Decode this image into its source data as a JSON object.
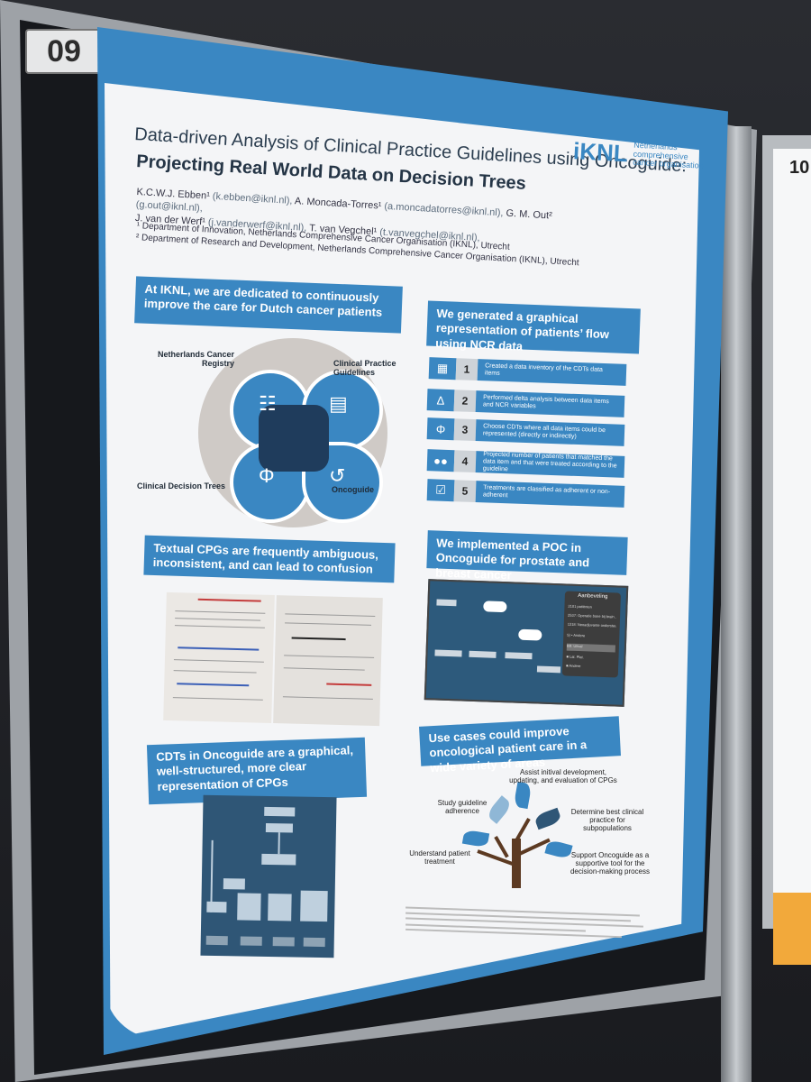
{
  "scene": {
    "label_number": "09",
    "right_poster_number": "10"
  },
  "poster": {
    "title_line1": "Data-driven Analysis of Clinical Practice Guidelines using Oncoguide:",
    "title_line2": "Projecting Real World Data on Decision Trees",
    "authors": [
      {
        "name": "K.C.W.J. Ebben¹",
        "email": "(k.ebben@iknl.nl),"
      },
      {
        "name": "A. Moncada-Torres¹",
        "email": "(a.moncadatorres@iknl.nl),"
      },
      {
        "name": "G. M. Out²",
        "email": "(g.out@iknl.nl),"
      },
      {
        "name": "J. van der Werf¹",
        "email": "(j.vanderwerf@iknl.nl),"
      },
      {
        "name": "T. van Vegchel¹",
        "email": "(t.vanvegchel@iknl.nl),"
      }
    ],
    "affiliation_1": "¹ Department of Innovation, Netherlands Comprehensive Cancer Organisation (IKNL), Utrecht",
    "affiliation_2": "² Department of Research and Development, Netherlands Comprehensive Cancer Organisation (IKNL), Utrecht",
    "logo": {
      "mark": "iKNL",
      "text": "Netherlands comprehensive cancer organisation"
    },
    "banners": {
      "ikn_dedicated": "At IKNL, we are dedicated to continuously improve the care for Dutch cancer patients",
      "graphical_representation": "We generated a graphical representation of patients’ flow using NCR data",
      "textual_cpgs": "Textual CPGs are frequently ambiguous, inconsistent, and can lead to confusion",
      "poc": "We implemented a POC in Oncoguide for prostate and breast cancer",
      "cdts": "CDTs in Oncoguide are a graphical, well-structured, more clear representation of CPGs",
      "use_cases": "Use cases could improve oncological patient care in a wide variety of areas"
    },
    "venn": {
      "ncr": "Netherlands Cancer Registry",
      "cpg": "Clinical Practice Guidelines",
      "cdt": "Clinical Decision Trees",
      "oncoguide": "Oncoguide"
    },
    "steps": [
      {
        "num": "1",
        "icon": "inventory-icon",
        "text": "Created a data inventory of the CDTs data items"
      },
      {
        "num": "2",
        "icon": "delta-icon",
        "text": "Performed delta analysis between data items and NCR variables"
      },
      {
        "num": "3",
        "icon": "tree-icon",
        "text": "Choose CDTs where all data items could be represented (directly or indirectly)"
      },
      {
        "num": "4",
        "icon": "people-icon",
        "text": "Projected number of patients that matched the data item and that were treated according to the guideline"
      },
      {
        "num": "5",
        "icon": "checklist-icon",
        "text": "Treatments are classified as adherent or non-adherent"
      }
    ],
    "screen": {
      "popup_title": "Aanbeveling",
      "rows": [
        "2101 patiënten",
        "2537: Operatie bone bij brain...",
        "1318: Neoadjuvante ondersteuning",
        "5) • Andere",
        "BB: Uitval",
        "■ Lat. Plat.",
        "■ Andere"
      ]
    },
    "use_cases": {
      "assist": "Assist initival development, updating, and evaluation of CPGs",
      "study": "Study guideline adherence",
      "determine": "Determine best clinical practice for subpopulations",
      "understand": "Understand patient treatment",
      "support": "Support Oncoguide as a supportive tool for the decision-making process"
    },
    "colors": {
      "primary": "#3a87c2",
      "dark": "#1f3c5c",
      "background": "#f4f5f7"
    }
  }
}
